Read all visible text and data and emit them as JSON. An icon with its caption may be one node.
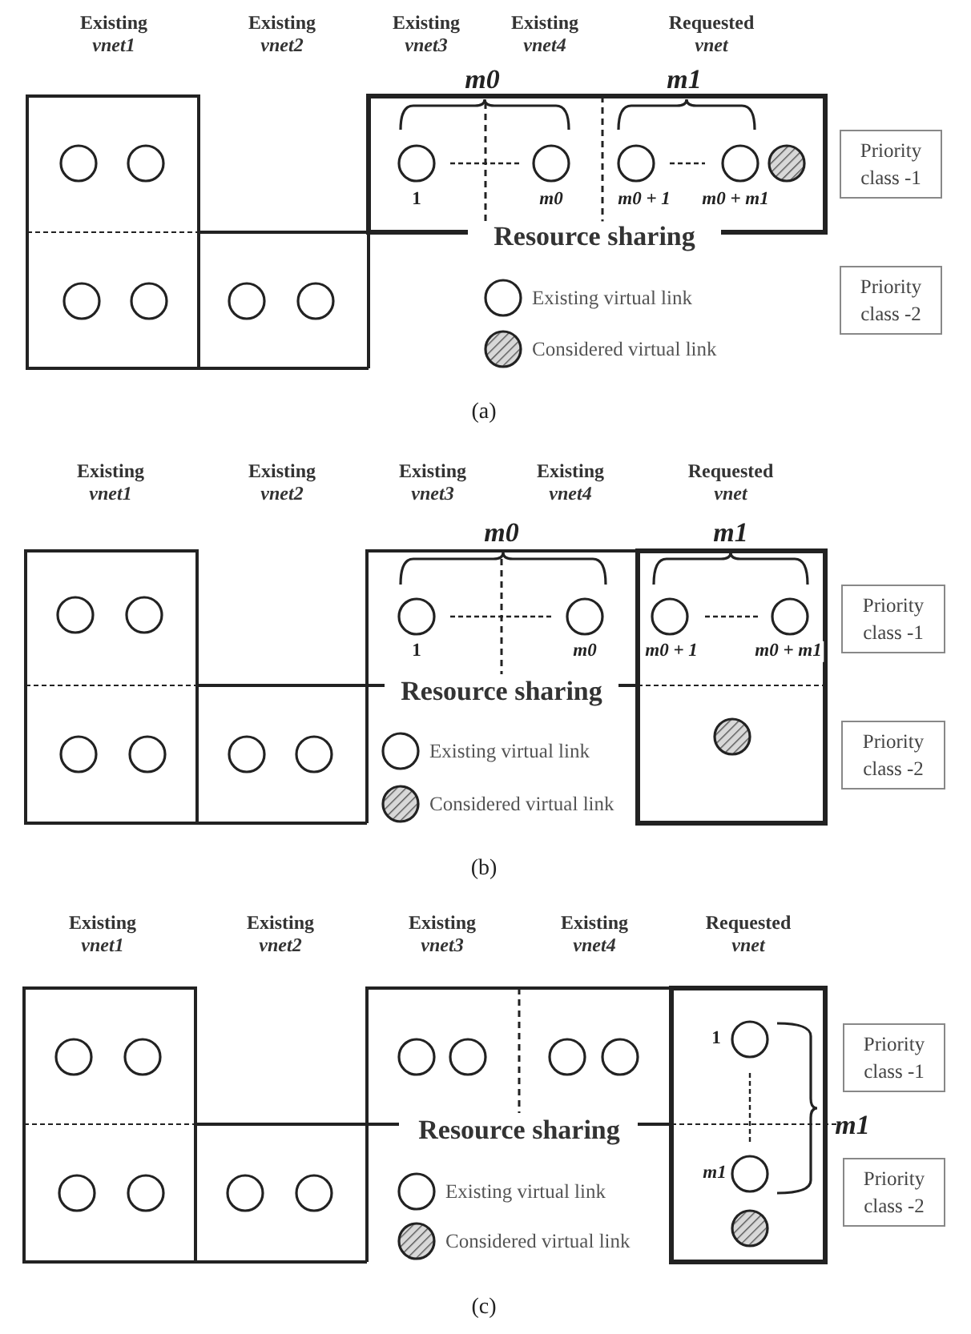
{
  "diagram": {
    "nodes": [
      {
        "text": [
          "Priority class -1"
        ]
      },
      {
        "text": [
          "Priority class -2"
        ]
      },
      {
        "text": [
          "Priority class -1"
        ]
      },
      {
        "text": [
          "Priority class -2"
        ]
      },
      {
        "text": [
          "Priority class -1"
        ]
      },
      {
        "text": [
          "Priority class -2"
        ]
      }
    ],
    "edges": [],
    "labels": [
      "Existing *vnet1*",
      "Existing *vnet2*",
      "Existing *vnet3*",
      "Existing *vnet4*",
      "Requested *vnet*",
      "m0",
      "m1",
      "1",
      "m0",
      "m0 + 1",
      "m0 + m1",
      "Resource sharing",
      "(a)",
      "Existing *vnet1*",
      "Existing *vnet2*",
      "Existing *vnet3*",
      "Existing *vnet4*",
      "Requested *vnet*",
      "m0",
      "m1",
      "1",
      "m0",
      "m0 + 1",
      "m0 + m1",
      "Resource sharing",
      "(b)",
      "Existing *vnet1*",
      "Existing *vnet2*",
      "Existing *vnet3*",
      "Existing *vnet4*",
      "Requested *vnet*",
      "1",
      "Resource sharing",
      "m1",
      "m1",
      "(c)"
    ],
    "legend": [
      {
        "text": "Existing virtual link"
      },
      {
        "text": "Considered virtual link"
      },
      {
        "text": "Existing virtual link"
      },
      {
        "text": "Considered virtual link"
      },
      {
        "text": "Existing virtual link"
      },
      {
        "text": "Considered virtual link"
      }
    ]
  }
}
